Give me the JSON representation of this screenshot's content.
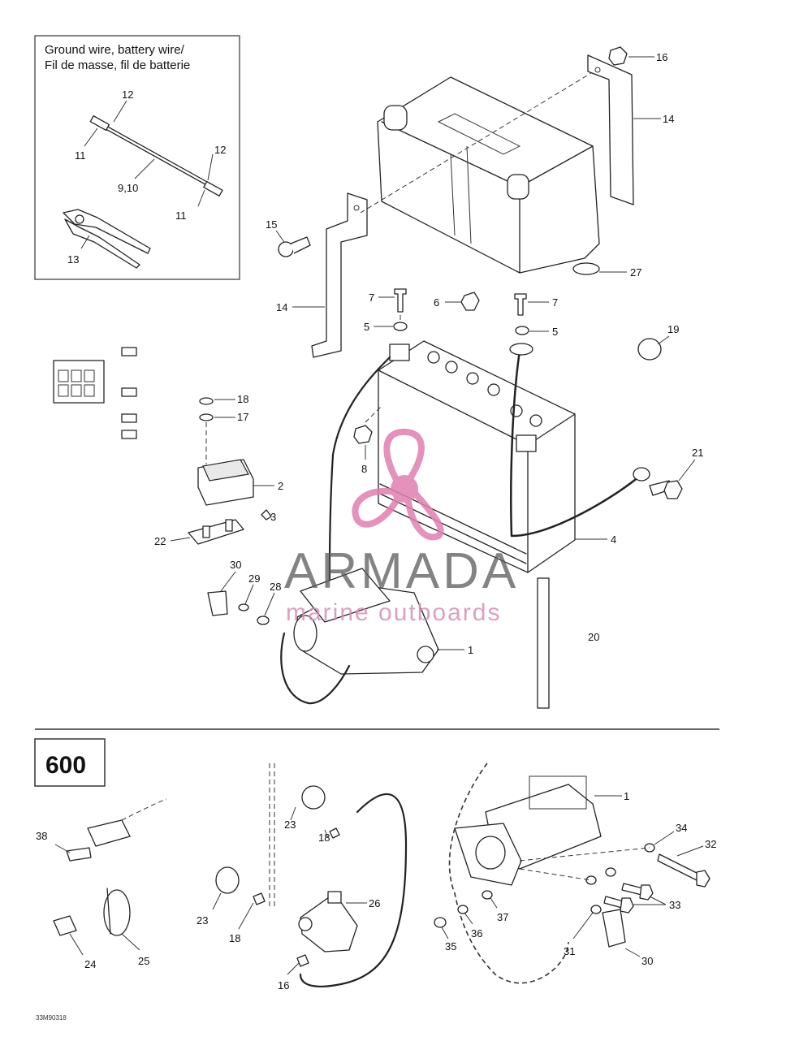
{
  "inset": {
    "title_line1": "Ground wire, battery wire/",
    "title_line2": "Fil de masse, fil de batterie"
  },
  "section": {
    "number": "600"
  },
  "watermark": {
    "brand": "ARMADA",
    "tagline": "marine outboards",
    "color_pink": "#e07fb0",
    "color_gray": "#5a5a5a"
  },
  "drawing_ref": "33M90318",
  "callouts": {
    "c1a": "1",
    "c2": "2",
    "c3": "3",
    "c4": "4",
    "c5a": "5",
    "c5b": "5",
    "c6": "6",
    "c7a": "7",
    "c7b": "7",
    "c8": "8",
    "c910": "9,10",
    "c11a": "11",
    "c11b": "11",
    "c12a": "12",
    "c12b": "12",
    "c13": "13",
    "c14a": "14",
    "c14b": "14",
    "c15": "15",
    "c16a": "16",
    "c17": "17",
    "c18a": "18",
    "c19": "19",
    "c20": "20",
    "c21": "21",
    "c22": "22",
    "c27": "27",
    "c28": "28",
    "c29": "29",
    "c30a": "30",
    "c1b": "1",
    "c16b": "16",
    "c18b": "18",
    "c18c": "18",
    "c23a": "23",
    "c23b": "23",
    "c24": "24",
    "c25": "25",
    "c26": "26",
    "c30b": "30",
    "c31": "31",
    "c32": "32",
    "c33": "33",
    "c34": "34",
    "c35": "35",
    "c36": "36",
    "c37": "37",
    "c38": "38"
  }
}
